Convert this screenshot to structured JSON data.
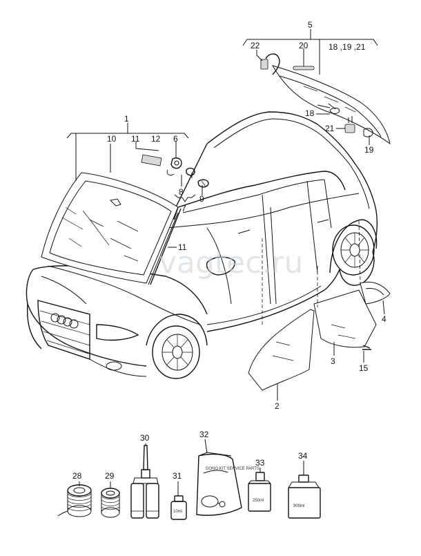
{
  "watermark": "vagtec.ru",
  "callouts": {
    "c1": "1",
    "c2": "2",
    "c3": "3",
    "c4": "4",
    "c5": "5",
    "c6": "6",
    "c7": "7",
    "c8": "8",
    "c9": "9",
    "c10": "10",
    "c11a": "11",
    "c11b": "11",
    "c12": "12",
    "c15": "15",
    "c18": "18",
    "c18_19_21": "18 ,19 ,21",
    "c19": "19",
    "c20": "20",
    "c21": "21",
    "c22": "22",
    "c28": "28",
    "c29": "29",
    "c30": "30",
    "c31": "31",
    "c32": "32",
    "c33": "33",
    "c34": "34"
  },
  "product_labels": {
    "bottle_31": "10ml",
    "bag_32": "DONO KIT SERVICE PARTS",
    "bottle_33": "250ml",
    "bottle_34": "900ml"
  }
}
